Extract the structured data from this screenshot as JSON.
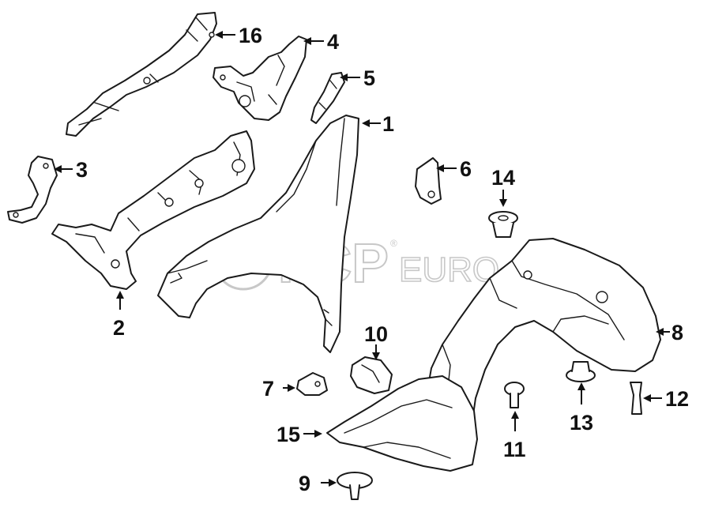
{
  "watermark": {
    "brand": "FCP",
    "suffix": "EURO",
    "registered": "®"
  },
  "callouts": [
    "1",
    "2",
    "3",
    "4",
    "5",
    "6",
    "7",
    "8",
    "9",
    "10",
    "11",
    "12",
    "13",
    "14",
    "15",
    "16"
  ]
}
